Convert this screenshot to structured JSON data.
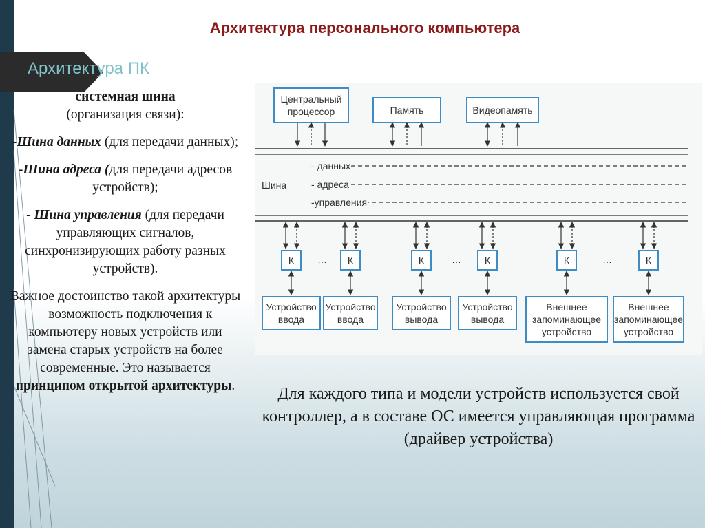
{
  "slide": {
    "title": "Архитектура персонального компьютера",
    "section_label": "Архитектура ПК"
  },
  "left_text": {
    "bus_heading": "системная шина",
    "bus_note": "(организация связи):",
    "data_bus_prefix": "-",
    "data_bus_name": "Шина данных",
    "data_bus_desc": "(для передачи данных);",
    "address_bus_prefix": "-",
    "address_bus_name": "Шина адреса (",
    "address_bus_desc": "для передачи адресов устройств);",
    "control_bus_prefix": "- ",
    "control_bus_name": "Шина управления",
    "control_bus_desc": "(для передачи управляющих сигналов, синхронизирующих работу разных устройств).",
    "advantage_text": "Важное достоинство такой архитектуры – возможность подключения  к компьютеру новых устройств или замена старых устройств на более современные. Это называется",
    "advantage_term": "принципом открытой архитектуры",
    "advantage_end": "."
  },
  "diagram": {
    "top_boxes": [
      {
        "line1": "Центральный",
        "line2": "процессор"
      },
      {
        "line1": "Память",
        "line2": ""
      },
      {
        "line1": "Видеопамять",
        "line2": ""
      }
    ],
    "bus_label": "Шина",
    "bus_lines": [
      "- данных",
      "- адреса",
      "-управления"
    ],
    "controller_label": "К",
    "ellipsis": "…",
    "devices": [
      {
        "line1": "Устройство",
        "line2": "ввода",
        "line3": ""
      },
      {
        "line1": "Устройство",
        "line2": "ввода",
        "line3": ""
      },
      {
        "line1": "Устройство",
        "line2": "вывода",
        "line3": ""
      },
      {
        "line1": "Устройство",
        "line2": "вывода",
        "line3": ""
      },
      {
        "line1": "Внешнее",
        "line2": "запоминающее",
        "line3": "устройство"
      },
      {
        "line1": "Внешнее",
        "line2": "запоминающее",
        "line3": "устройство"
      }
    ]
  },
  "bottom_text": "Для каждого типа и модели устройств используется свой контроллер, а в составе ОС имеется управляющая программа (драйвер устройства)",
  "colors": {
    "accent_title": "#8b1a1a",
    "box_border": "#3c8dc5",
    "banner_bg": "#2b2b2b",
    "banner_text": "#7fc3c8",
    "left_bar": "#1f3a4a"
  }
}
